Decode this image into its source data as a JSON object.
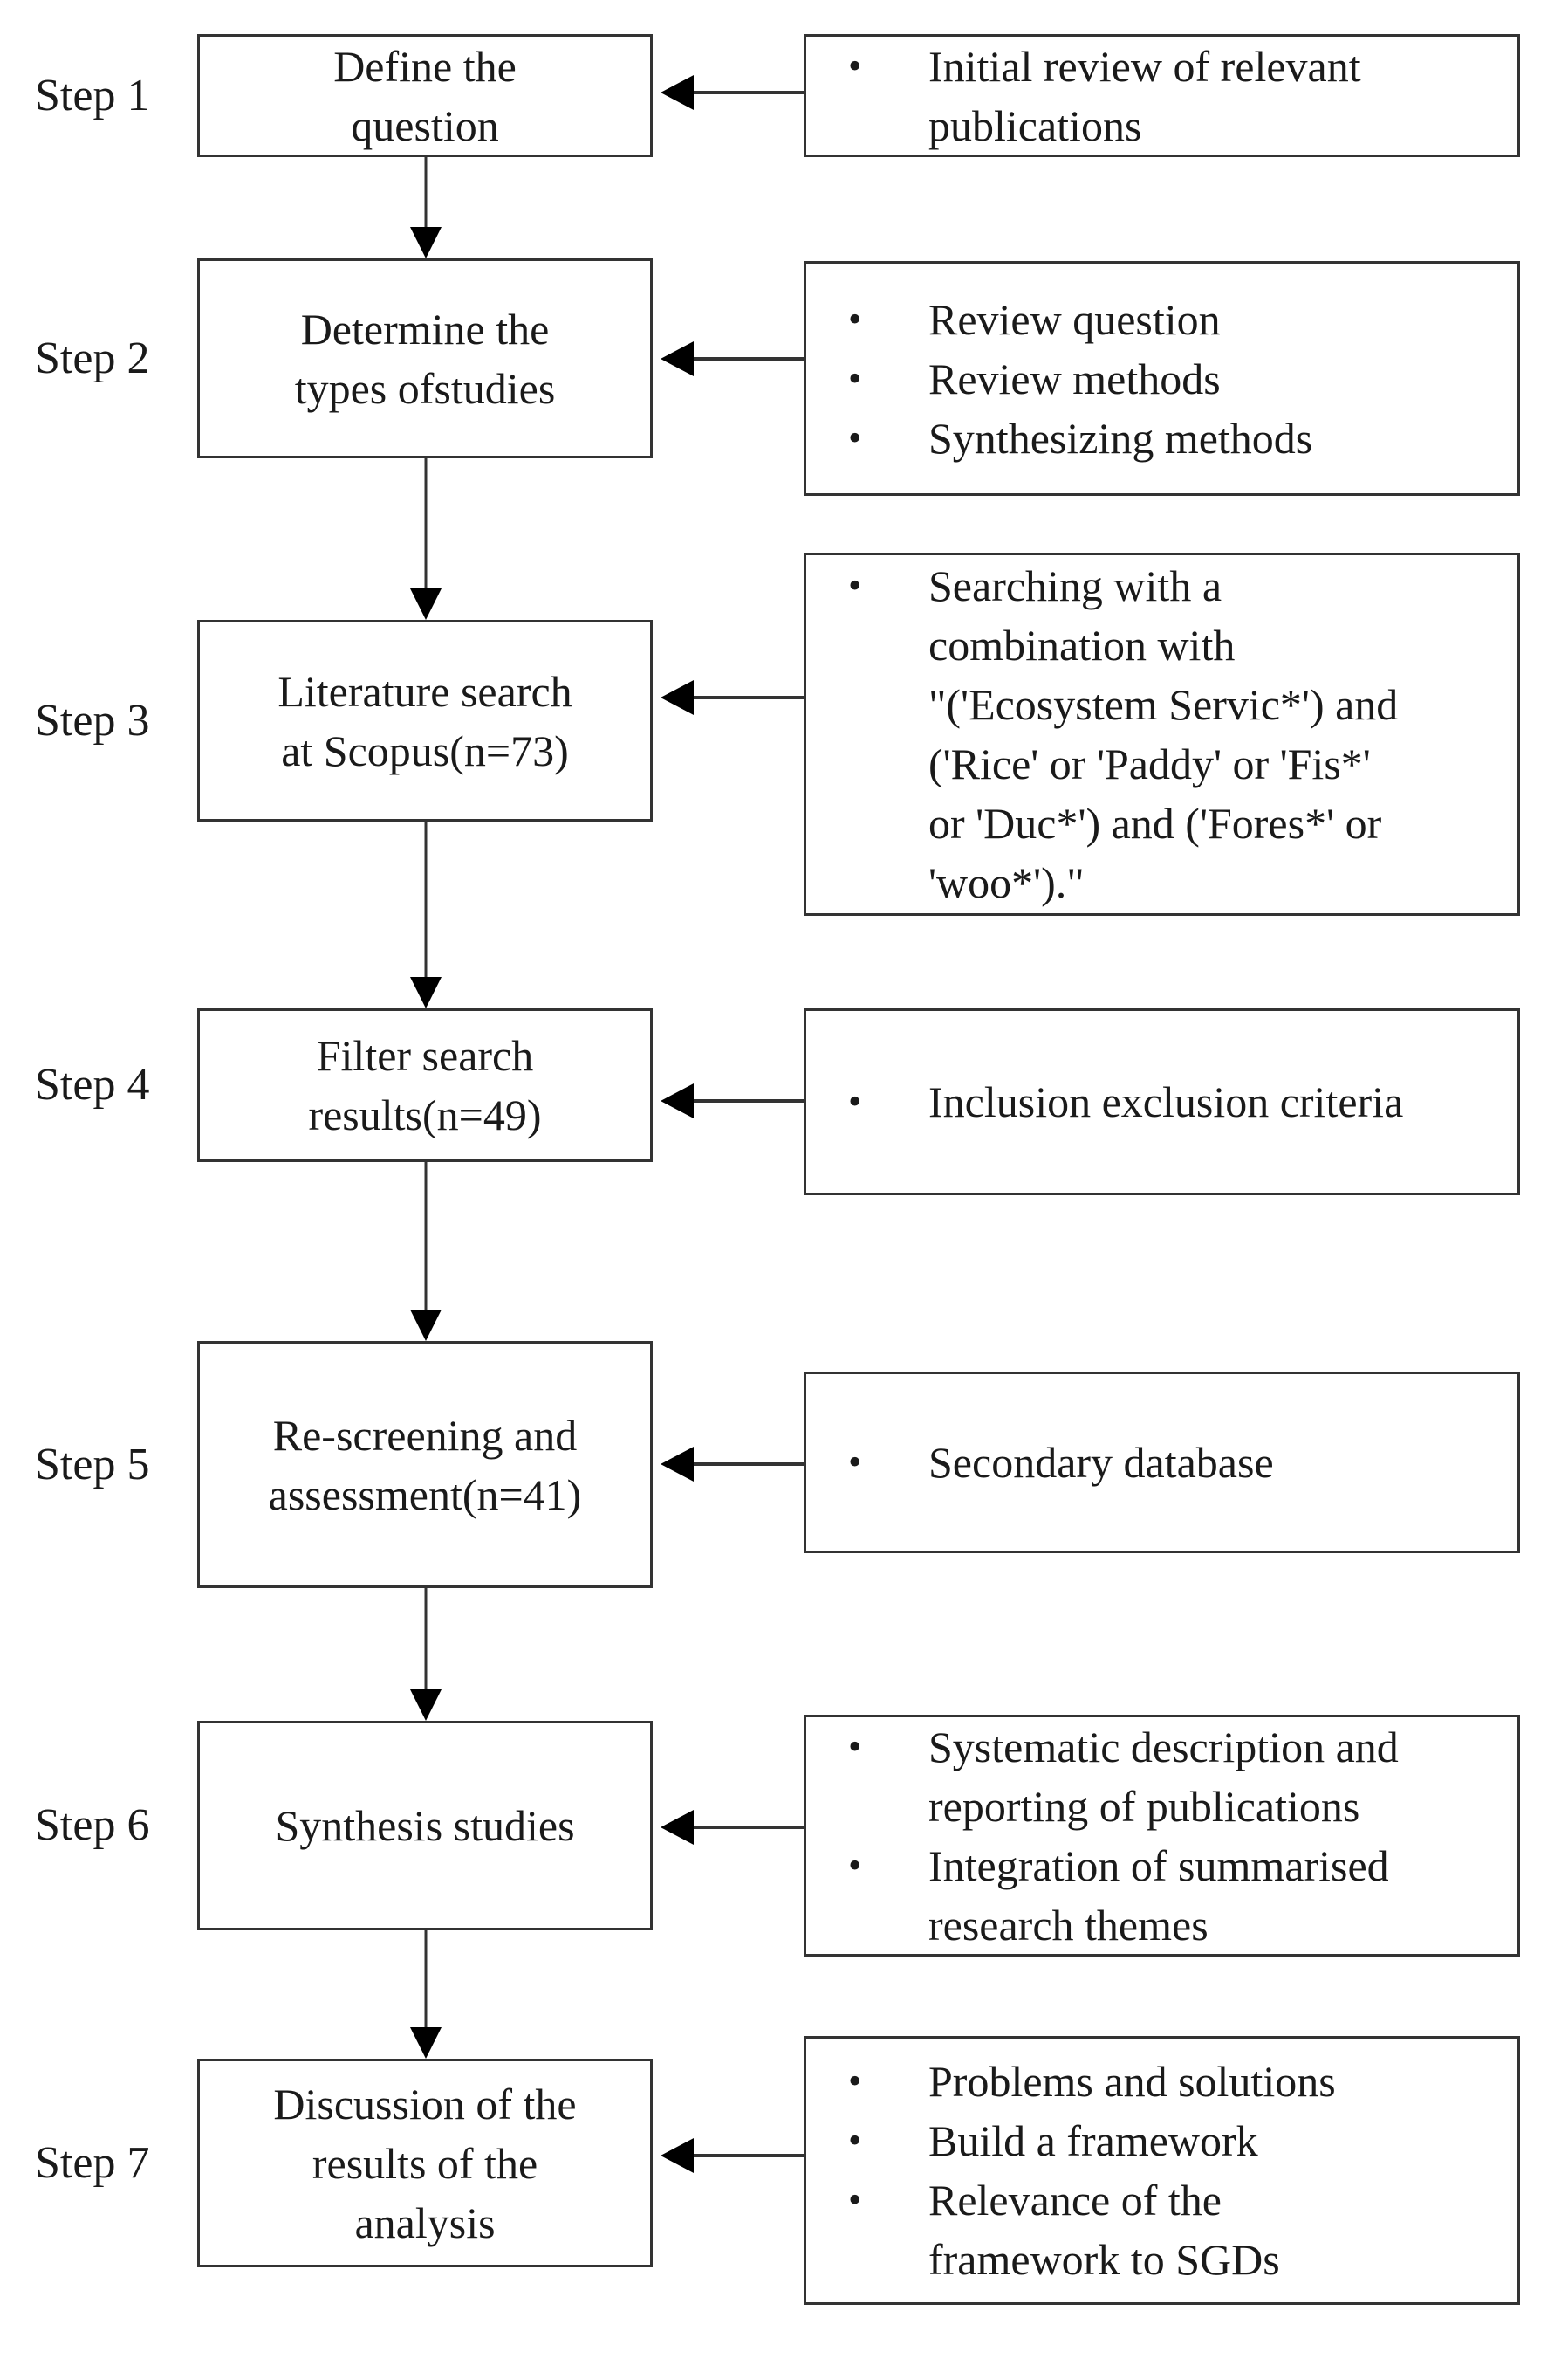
{
  "steps": [
    {
      "label": "Step 1",
      "box_lines": [
        "Define the",
        "question"
      ],
      "items": [
        {
          "lines": [
            "Initial review of relevant",
            "publications"
          ]
        }
      ]
    },
    {
      "label": "Step 2",
      "box_lines": [
        "Determine the",
        "types ofstudies"
      ],
      "items": [
        {
          "lines": [
            "Review question"
          ]
        },
        {
          "lines": [
            "Review methods"
          ]
        },
        {
          "lines": [
            "Synthesizing methods"
          ]
        }
      ]
    },
    {
      "label": "Step 3",
      "box_lines": [
        "Literature search",
        "at Scopus(n=73)"
      ],
      "items": [
        {
          "lines": [
            "Searching with a",
            "combination with",
            "\"('Ecosystem Servic*') and",
            "('Rice' or 'Paddy' or 'Fis*'",
            "or 'Duc*') and ('Fores*' or",
            "'woo*').\""
          ]
        }
      ]
    },
    {
      "label": "Step 4",
      "box_lines": [
        "Filter search",
        "results(n=49)"
      ],
      "items": [
        {
          "lines": [
            "Inclusion exclusion criteria"
          ]
        }
      ]
    },
    {
      "label": "Step 5",
      "box_lines": [
        "Re-screening and",
        "assessment(n=41)"
      ],
      "items": [
        {
          "lines": [
            "Secondary database"
          ]
        }
      ]
    },
    {
      "label": "Step 6",
      "box_lines": [
        "Synthesis studies"
      ],
      "items": [
        {
          "lines": [
            "Systematic description and",
            "reporting of publications"
          ]
        },
        {
          "lines": [
            "Integration of summarised",
            "research themes"
          ]
        }
      ]
    },
    {
      "label": "Step 7",
      "box_lines": [
        "Discussion of the",
        "results of the",
        "analysis"
      ],
      "items": [
        {
          "lines": [
            "Problems and solutions"
          ]
        },
        {
          "lines": [
            "Build a framework"
          ]
        },
        {
          "lines": [
            "Relevance of the",
            "framework to SGDs"
          ]
        }
      ]
    }
  ],
  "bullet_symbol": "•",
  "colors": {
    "line": "#333333",
    "text": "#1a1a1a"
  }
}
